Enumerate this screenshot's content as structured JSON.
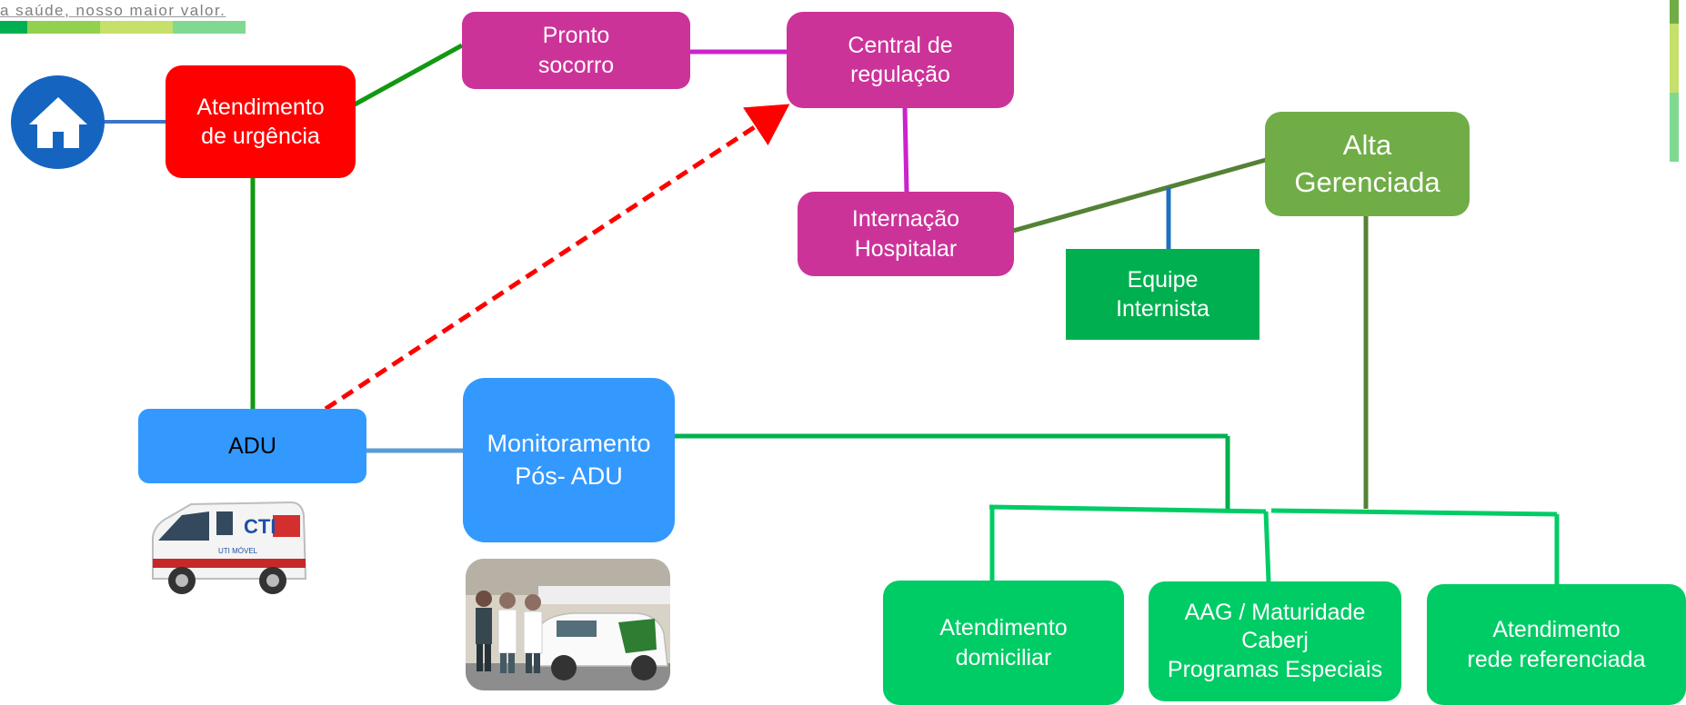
{
  "header": {
    "tagline": "a saúde, nosso maior valor.",
    "strip_colors": [
      "#00b050",
      "#92d050",
      "#c5e06b",
      "#7fd991"
    ]
  },
  "nodes": {
    "pronto_socorro": "Pronto\nsocorro",
    "central_regulacao": "Central de\nregulação",
    "atendimento_urgencia": "Atendimento\nde urgência",
    "alta_gerenciada": "Alta\nGerenciada",
    "internacao_hospitalar": "Internação\nHospitalar",
    "equipe_internista": "Equipe\nInternista",
    "adu": "ADU",
    "monitoramento": "Monitoramento\nPós- ADU",
    "atendimento_domiciliar": "Atendimento\ndomiciliar",
    "aag": "AAG / Maturidade\nCaberj\nProgramas Especiais",
    "rede_referenciada": "Atendimento\nrede referenciada"
  },
  "images": {
    "home": "house-icon",
    "ambulance": "ambulance-photo",
    "team": "team-photo"
  },
  "ambulance_text": {
    "brand": "CTI",
    "side": "UTI MÓVEL"
  },
  "colors": {
    "magenta": "#cc3399",
    "red": "#ff0000",
    "blue": "#3399ff",
    "light_green": "#70ad47",
    "dark_green": "#00b050",
    "green": "#00cc66",
    "home_blue": "#1565c0"
  }
}
